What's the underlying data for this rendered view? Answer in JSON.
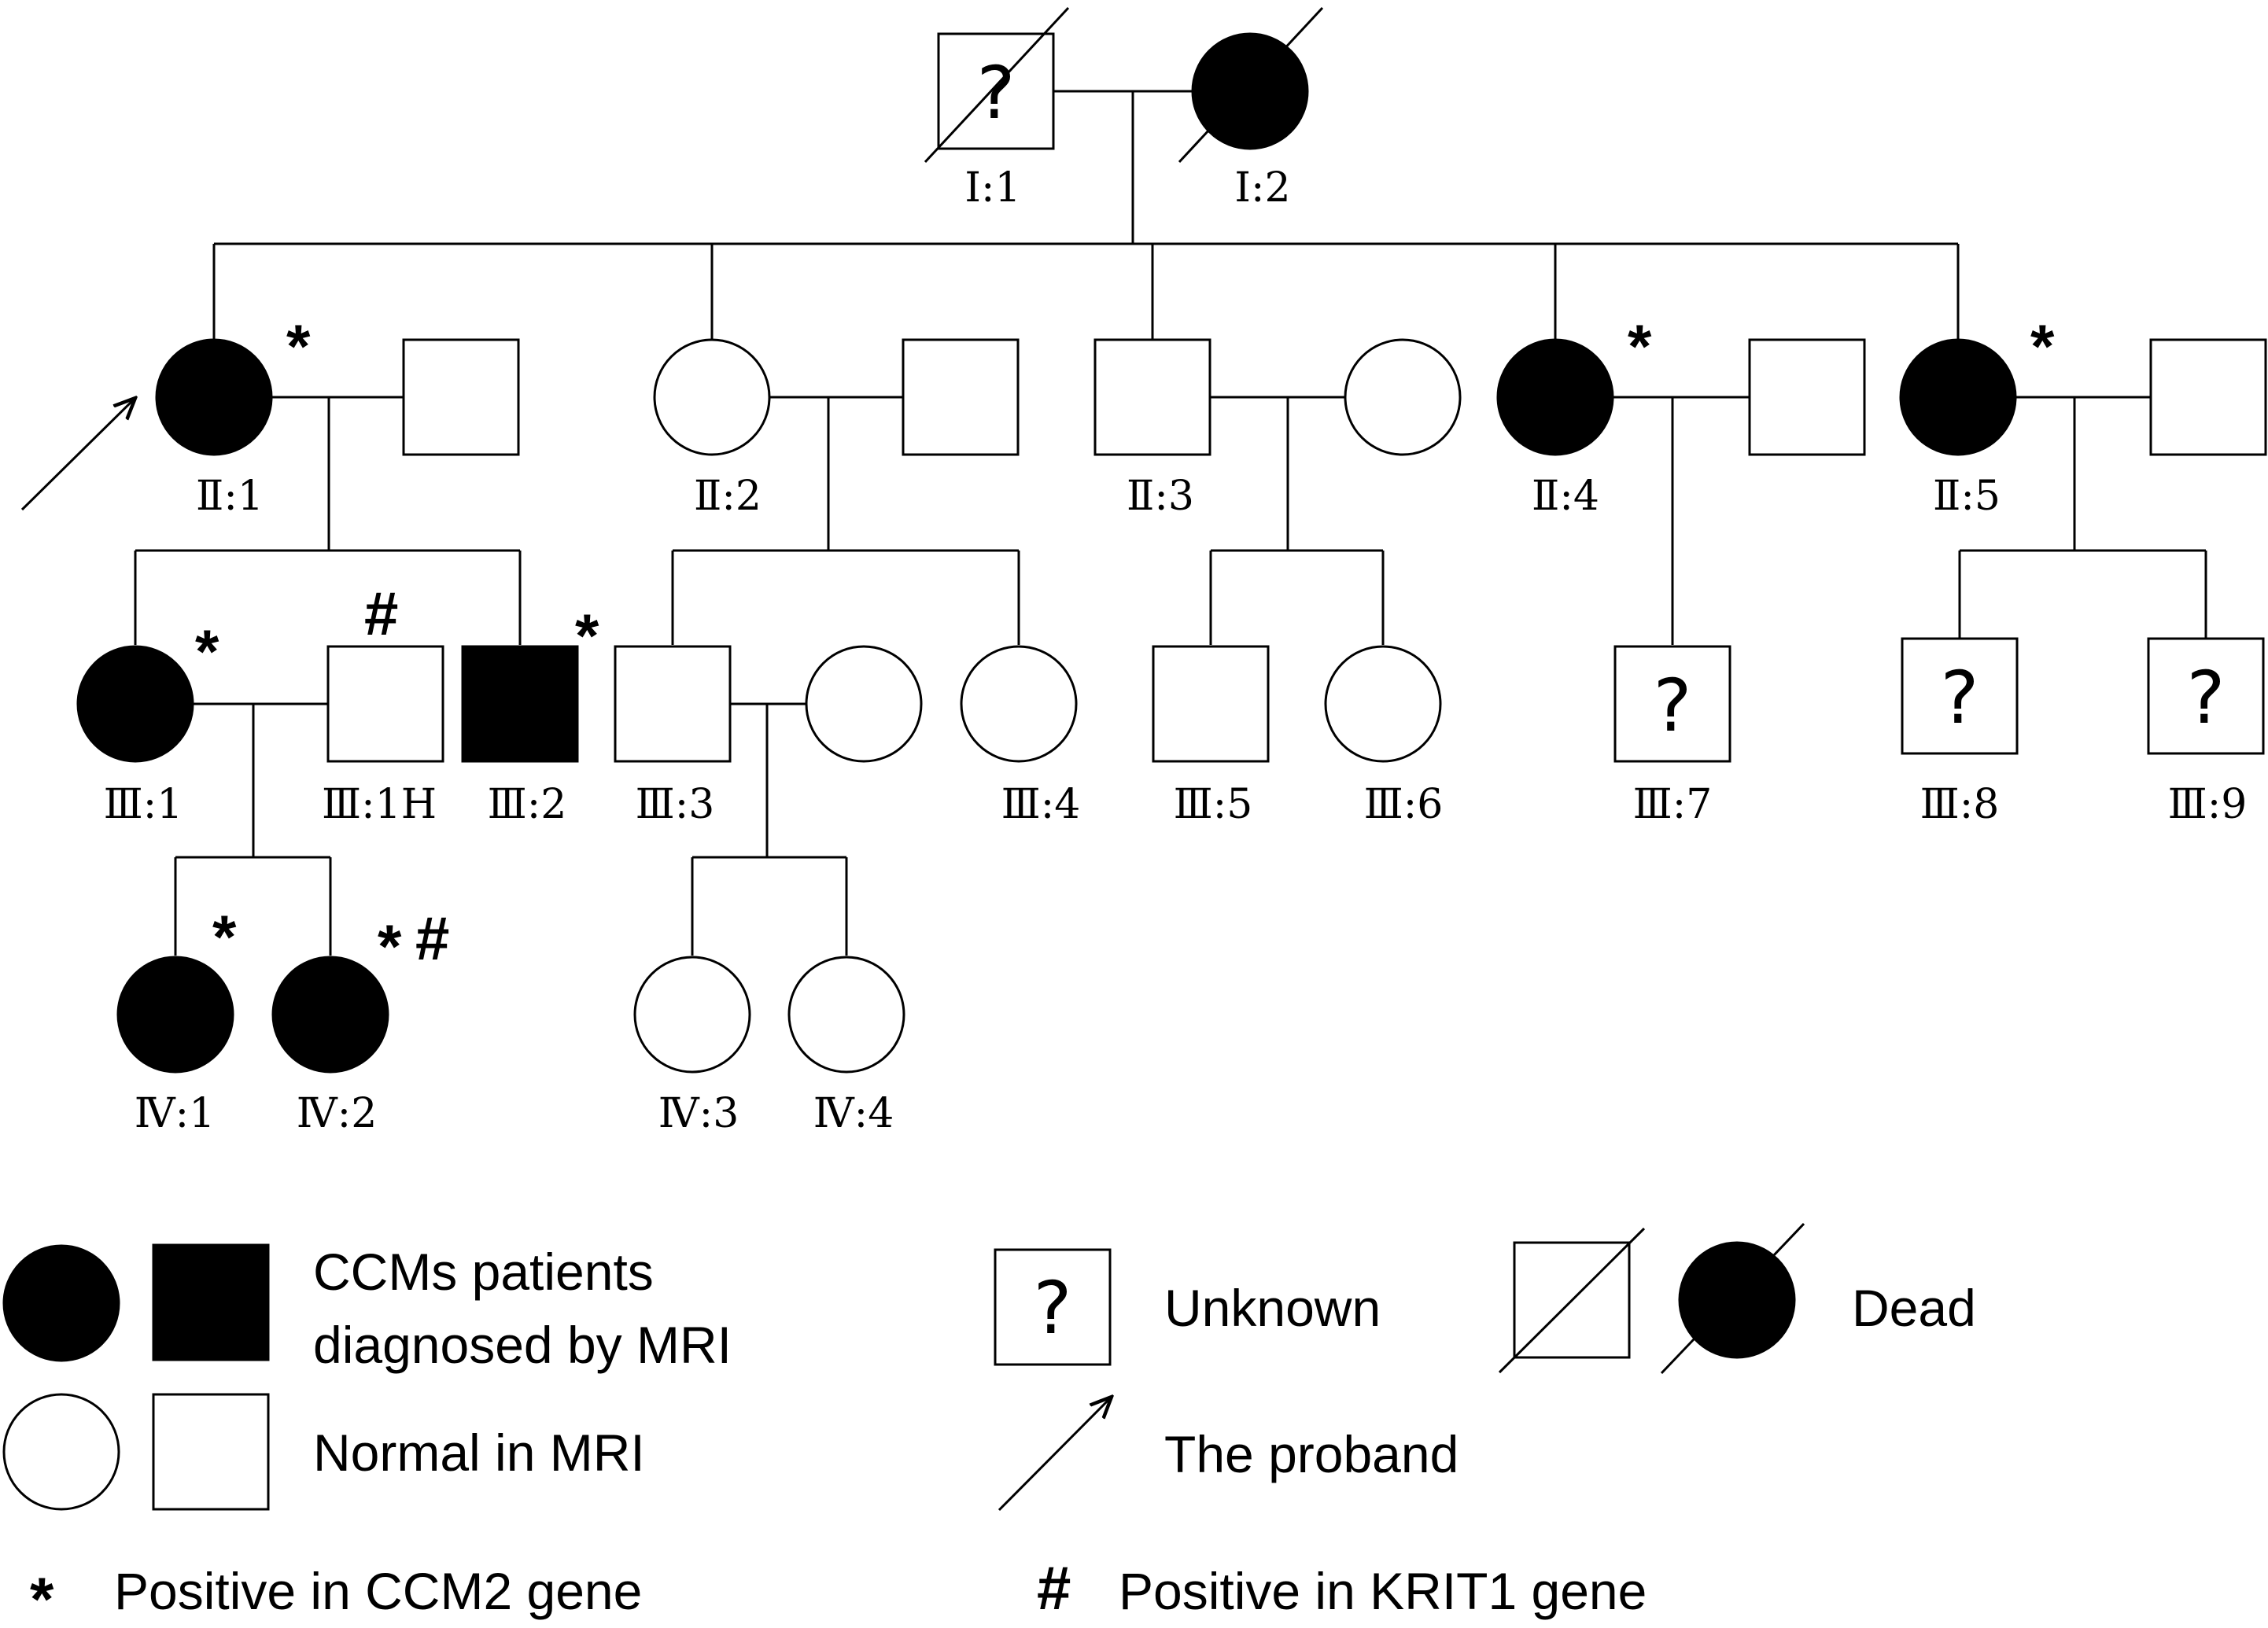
{
  "colors": {
    "affected": "#000000",
    "unaffected": "#ffffff",
    "stroke": "#000000"
  },
  "pedigree": {
    "individuals": [
      {
        "id": "I:1",
        "label": "Ⅰ:1",
        "sex": "male",
        "affected": false,
        "unknown": true,
        "deceased": true,
        "ccm2": false,
        "krit1": false
      },
      {
        "id": "I:2",
        "label": "Ⅰ:2",
        "sex": "female",
        "affected": true,
        "unknown": false,
        "deceased": true,
        "ccm2": false,
        "krit1": false
      },
      {
        "id": "II:1",
        "label": "Ⅱ:1",
        "sex": "female",
        "affected": true,
        "unknown": false,
        "deceased": false,
        "ccm2": true,
        "krit1": false,
        "proband": true
      },
      {
        "id": "II:1S",
        "label": "",
        "sex": "male",
        "affected": false,
        "unknown": false,
        "deceased": false,
        "ccm2": false,
        "krit1": false
      },
      {
        "id": "II:2",
        "label": "Ⅱ:2",
        "sex": "female",
        "affected": false,
        "unknown": false,
        "deceased": false,
        "ccm2": false,
        "krit1": false
      },
      {
        "id": "II:2S",
        "label": "",
        "sex": "male",
        "affected": false,
        "unknown": false,
        "deceased": false,
        "ccm2": false,
        "krit1": false
      },
      {
        "id": "II:3",
        "label": "Ⅱ:3",
        "sex": "male",
        "affected": false,
        "unknown": false,
        "deceased": false,
        "ccm2": false,
        "krit1": false
      },
      {
        "id": "II:3S",
        "label": "",
        "sex": "female",
        "affected": false,
        "unknown": false,
        "deceased": false,
        "ccm2": false,
        "krit1": false
      },
      {
        "id": "II:4",
        "label": "Ⅱ:4",
        "sex": "female",
        "affected": true,
        "unknown": false,
        "deceased": false,
        "ccm2": true,
        "krit1": false
      },
      {
        "id": "II:4S",
        "label": "",
        "sex": "male",
        "affected": false,
        "unknown": false,
        "deceased": false,
        "ccm2": false,
        "krit1": false
      },
      {
        "id": "II:5",
        "label": "Ⅱ:5",
        "sex": "female",
        "affected": true,
        "unknown": false,
        "deceased": false,
        "ccm2": true,
        "krit1": false
      },
      {
        "id": "II:5S",
        "label": "",
        "sex": "male",
        "affected": false,
        "unknown": false,
        "deceased": false,
        "ccm2": false,
        "krit1": false
      },
      {
        "id": "III:1",
        "label": "Ⅲ:1",
        "sex": "female",
        "affected": true,
        "unknown": false,
        "deceased": false,
        "ccm2": true,
        "krit1": false
      },
      {
        "id": "III:1H",
        "label": "Ⅲ:1H",
        "sex": "male",
        "affected": false,
        "unknown": false,
        "deceased": false,
        "ccm2": false,
        "krit1": true
      },
      {
        "id": "III:2",
        "label": "Ⅲ:2",
        "sex": "male",
        "affected": true,
        "unknown": false,
        "deceased": false,
        "ccm2": true,
        "krit1": false
      },
      {
        "id": "III:3",
        "label": "Ⅲ:3",
        "sex": "male",
        "affected": false,
        "unknown": false,
        "deceased": false,
        "ccm2": false,
        "krit1": false
      },
      {
        "id": "III:3S",
        "label": "",
        "sex": "female",
        "affected": false,
        "unknown": false,
        "deceased": false,
        "ccm2": false,
        "krit1": false
      },
      {
        "id": "III:4",
        "label": "Ⅲ:4",
        "sex": "female",
        "affected": false,
        "unknown": false,
        "deceased": false,
        "ccm2": false,
        "krit1": false
      },
      {
        "id": "III:5",
        "label": "Ⅲ:5",
        "sex": "male",
        "affected": false,
        "unknown": false,
        "deceased": false,
        "ccm2": false,
        "krit1": false
      },
      {
        "id": "III:6",
        "label": "Ⅲ:6",
        "sex": "female",
        "affected": false,
        "unknown": false,
        "deceased": false,
        "ccm2": false,
        "krit1": false
      },
      {
        "id": "III:7",
        "label": "Ⅲ:7",
        "sex": "male",
        "affected": false,
        "unknown": true,
        "deceased": false,
        "ccm2": false,
        "krit1": false
      },
      {
        "id": "III:8",
        "label": "Ⅲ:8",
        "sex": "male",
        "affected": false,
        "unknown": true,
        "deceased": false,
        "ccm2": false,
        "krit1": false
      },
      {
        "id": "III:9",
        "label": "Ⅲ:9",
        "sex": "male",
        "affected": false,
        "unknown": true,
        "deceased": false,
        "ccm2": false,
        "krit1": false
      },
      {
        "id": "IV:1",
        "label": "Ⅳ:1",
        "sex": "female",
        "affected": true,
        "unknown": false,
        "deceased": false,
        "ccm2": true,
        "krit1": false
      },
      {
        "id": "IV:2",
        "label": "Ⅳ:2",
        "sex": "female",
        "affected": true,
        "unknown": false,
        "deceased": false,
        "ccm2": true,
        "krit1": true
      },
      {
        "id": "IV:3",
        "label": "Ⅳ:3",
        "sex": "female",
        "affected": false,
        "unknown": false,
        "deceased": false,
        "ccm2": false,
        "krit1": false
      },
      {
        "id": "IV:4",
        "label": "Ⅳ:4",
        "sex": "female",
        "affected": false,
        "unknown": false,
        "deceased": false,
        "ccm2": false,
        "krit1": false
      }
    ],
    "marks": {
      "ccm2": "*",
      "krit1": "#",
      "unknown": "?"
    }
  },
  "legend": {
    "affected_label_line1": "CCMs patients",
    "affected_label_line2": "diagnosed by MRI",
    "normal_label": "Normal in MRI",
    "unknown_label": "Unknown",
    "dead_label": "Dead",
    "proband_label": "The proband",
    "ccm2_label": "Positive in CCM2 gene",
    "krit1_label": "Positive in KRIT1 gene"
  }
}
